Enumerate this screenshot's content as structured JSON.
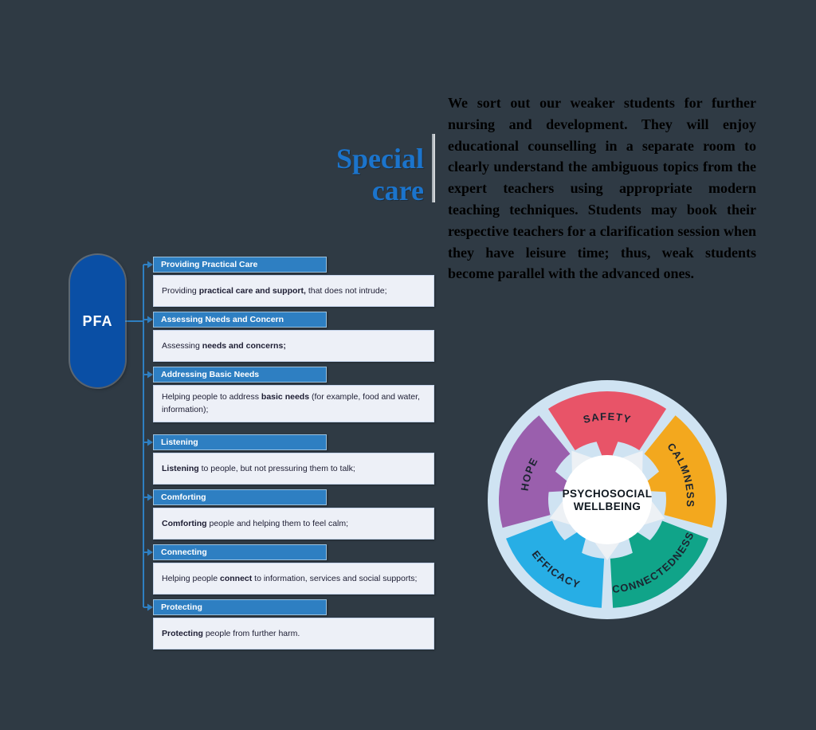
{
  "page": {
    "background": "#2f3a44"
  },
  "special_care": {
    "title_line1": "Special",
    "title_line2": "care",
    "title_color": "#1b74cc",
    "paragraph": "We sort out our weaker students for further nursing and development. They will enjoy educational counselling in a separate room to clearly understand the ambiguous topics from the expert teachers using appropriate modern teaching techniques. Students may book their respective teachers for a clarification session when they have leisure time; thus, weak students become parallel with the advanced ones."
  },
  "pfa": {
    "label": "PFA",
    "node_color": "#0a4fa5",
    "header_color": "#2e7fc2",
    "line_color": "#2e7fc2",
    "body_color": "#edf0f7",
    "rows": [
      {
        "header": "Providing Practical Care",
        "content": [
          {
            "t": "Providing "
          },
          {
            "t": "practical care and support,",
            "b": true
          },
          {
            "t": " that does not intrude;"
          }
        ]
      },
      {
        "header": "Assessing Needs and Concern",
        "content": [
          {
            "t": "Assessing "
          },
          {
            "t": "needs and concerns;",
            "b": true
          }
        ]
      },
      {
        "header": "Addressing Basic Needs",
        "content": [
          {
            "t": "Helping people to address "
          },
          {
            "t": "basic needs",
            "b": true
          },
          {
            "t": " (for example, food and water, information);"
          }
        ]
      },
      {
        "header": "Listening",
        "content": [
          {
            "t": "Listening",
            "b": true
          },
          {
            "t": " to people, but not pressuring them to talk;"
          }
        ]
      },
      {
        "header": "Comforting",
        "content": [
          {
            "t": "Comforting",
            "b": true
          },
          {
            "t": " people and helping them to feel calm;"
          }
        ]
      },
      {
        "header": "Connecting",
        "content": [
          {
            "t": "Helping people "
          },
          {
            "t": "connect",
            "b": true
          },
          {
            "t": " to information, services and social supports;"
          }
        ]
      },
      {
        "header": "Protecting",
        "content": [
          {
            "t": "Protecting",
            "b": true
          },
          {
            "t": " people from further harm."
          }
        ]
      }
    ]
  },
  "wheel": {
    "center_label_line1": "PSYCHOSOCIAL",
    "center_label_line2": "WELLBEING",
    "ring_color": "#cfe3f2",
    "segments": [
      {
        "label": "SAFETY",
        "color": "#e85468"
      },
      {
        "label": "CALMNESS",
        "color": "#f3a81e"
      },
      {
        "label": "CONNECTEDNESS",
        "color": "#10a489"
      },
      {
        "label": "EFFICACY",
        "color": "#27aee5"
      },
      {
        "label": "HOPE",
        "color": "#9a5fad"
      }
    ]
  }
}
